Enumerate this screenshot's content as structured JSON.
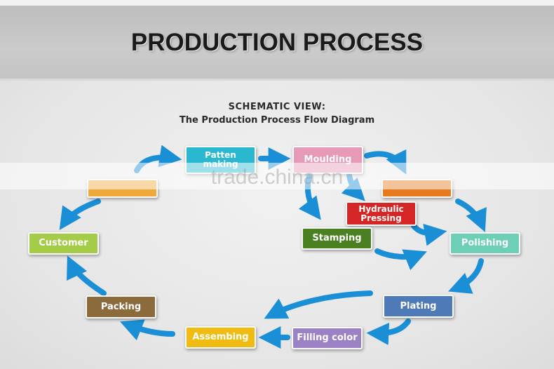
{
  "header": {
    "title": "PRODUCTION PROCESS"
  },
  "subtitle": {
    "line1": "SCHEMATIC VIEW:",
    "line2": "The Production Process Flow Diagram"
  },
  "steps": {
    "patten_making": {
      "label": "Patten making",
      "color": "#29b8d0"
    },
    "moulding": {
      "label": "Moulding",
      "color": "#e79ab5"
    },
    "deburring": {
      "label": "",
      "color": "#e87a1e"
    },
    "hydraulic_pressing": {
      "label": "Hydraulic Pressing",
      "color": "#d42626"
    },
    "stamping": {
      "label": "Stamping",
      "color": "#4a7f22"
    },
    "polishing": {
      "label": "Polishing",
      "color": "#6ccfb6"
    },
    "plating": {
      "label": "Plating",
      "color": "#4e7ab8"
    },
    "filling_color": {
      "label": "Filling color",
      "color": "#9a82c4"
    },
    "assembing": {
      "label": "Assembing",
      "color": "#f0bc12"
    },
    "packing": {
      "label": "Packing",
      "color": "#8b6a3c"
    },
    "customer": {
      "label": "Customer",
      "color": "#a4cc48"
    },
    "testing": {
      "label": "",
      "color": "#f0a83a"
    }
  },
  "arrow_color": "#1a8fd6",
  "watermark": "trade.china.cn"
}
